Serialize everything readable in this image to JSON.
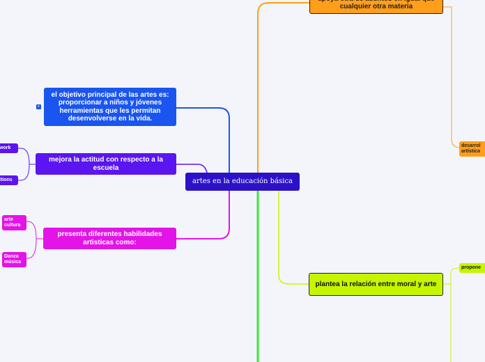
{
  "map": {
    "central": "artes en la educación básica",
    "branches": {
      "objetivo": "el objetivo principal de las artes es: proporcionar a niños y jóvenes herramientas que les permitan desenvolverse en la vida.",
      "actitud": "mejora la actitud con respecto a la escuela",
      "habilidades": "presenta diferentes habilidades artisticas como:",
      "apoyo": "apoya otra de asuntos en igual que cualquier otra materia",
      "moral": "plantea la relación entre moral y arte"
    },
    "sub_nodes": {
      "work": "work",
      "itions": "itions",
      "arte_cultura": "arte cultura",
      "danza_musica": "Danza música",
      "desarrollo": "desarrol artística",
      "propone": "propone"
    },
    "note_badge": "≡"
  },
  "colors": {
    "central": "#2c11c9",
    "blue": "#1a55f0",
    "purple": "#5b15f0",
    "magenta": "#e413e7",
    "orange": "#ff9e1a",
    "lime": "#c6f500",
    "green": "#39e83a"
  }
}
